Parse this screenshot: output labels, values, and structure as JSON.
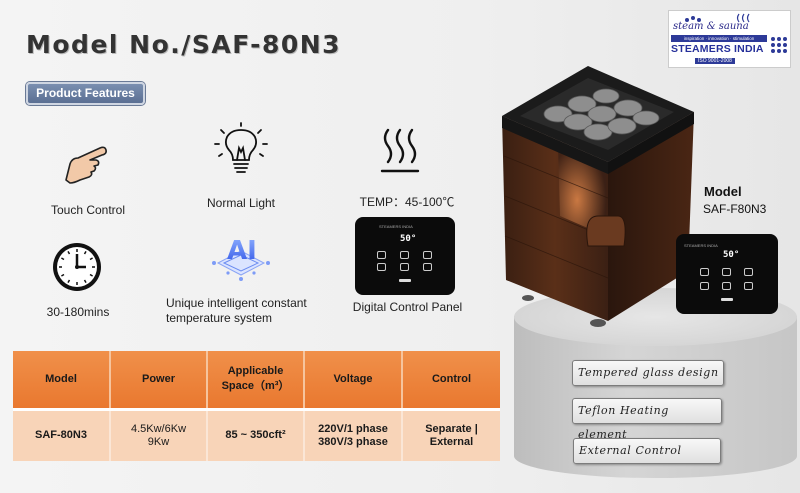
{
  "title": "Model No./SAF-80N3",
  "features_button": "Product Features",
  "features": {
    "touch": "Touch Control",
    "light": "Normal Light",
    "temp": "TEMP：45-100℃",
    "time": "30-180mins",
    "ai_line1": "Unique intelligent constant",
    "ai_line2": "temperature system",
    "panel": "Digital Control Panel"
  },
  "panel_display": "50°",
  "panel_brand": "STEAMERS INDIA",
  "table": {
    "headers": [
      "Model",
      "Power",
      "Applicable Space（m³）",
      "Voltage",
      "Control"
    ],
    "row": [
      "SAF-80N3",
      "4.5Kw/6Kw 9Kw",
      "85 ~ 350cft²",
      "220V/1 phase 380V/3 phase",
      "Separate | External"
    ]
  },
  "table_header_lines": {
    "space_1": "Applicable",
    "space_2": "Space（m³）"
  },
  "table_cell_lines": {
    "power_1": "4.5Kw/6Kw",
    "power_2": "9Kw",
    "volt_1": "220V/1 phase",
    "volt_2": "380V/3 phase",
    "ctrl_1": "Separate |",
    "ctrl_2": "External"
  },
  "model_label": "Model",
  "model_sub": "SAF-F80N3",
  "tags": [
    "Tempered glass design",
    "Teflon Heating element",
    "External Control"
  ],
  "logo": {
    "line1": "steam & sauna",
    "line2": "inspiration · innovation · stimulation",
    "line3": "STEAMERS INDIA",
    "line4": "ISO 9001-2008"
  },
  "colors": {
    "table_header": "#ec8038",
    "table_row": "#f8d4b8",
    "button": "#6a7fa3",
    "logo_blue": "#2d3a98"
  }
}
